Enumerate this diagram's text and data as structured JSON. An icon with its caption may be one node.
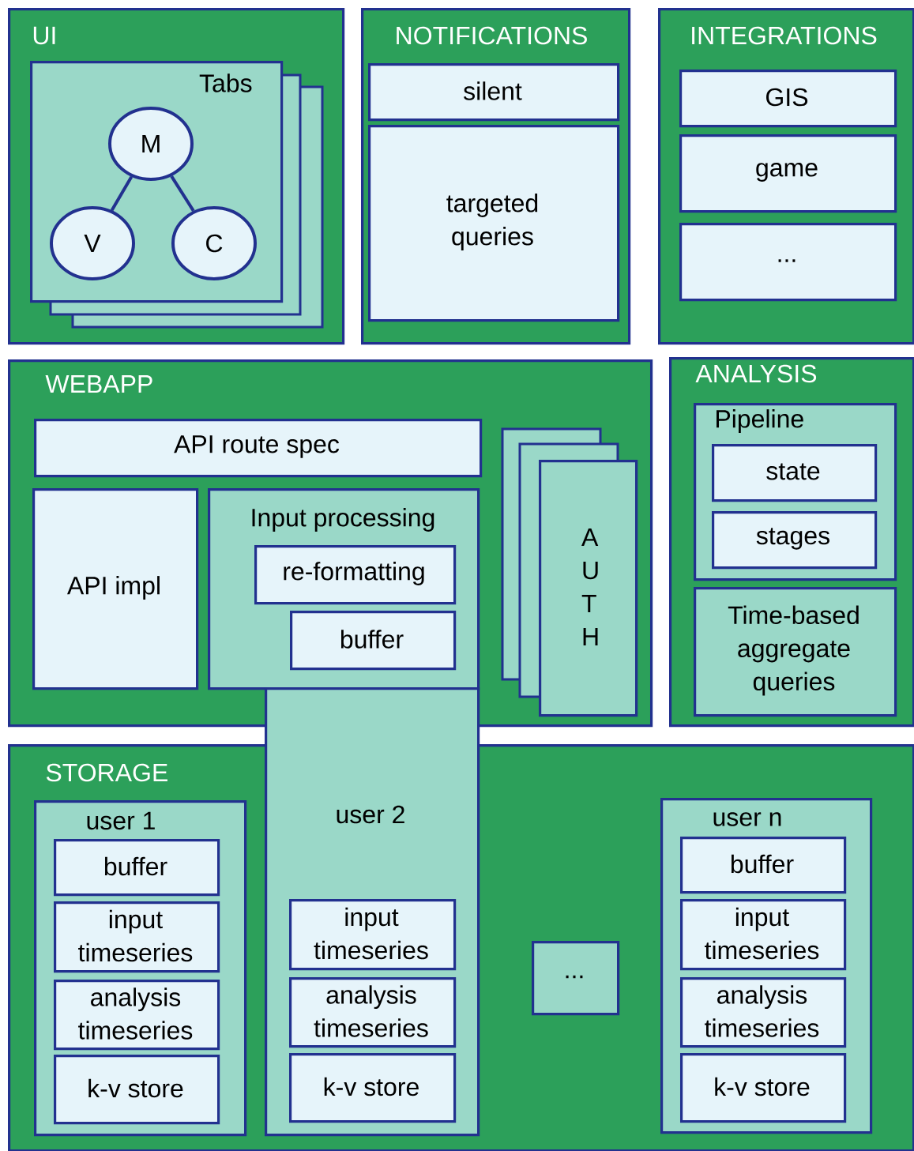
{
  "diagram": {
    "nodes": [
      {
        "text": [
          "UI"
        ]
      },
      {
        "text": [
          "Tabs"
        ],
        "in": 0
      },
      {
        "text": [
          "M"
        ],
        "in": 1
      },
      {
        "text": [
          "V"
        ],
        "in": 1
      },
      {
        "text": [
          "C"
        ],
        "in": 1
      },
      {
        "text": [
          "NOTIFICATIONS"
        ]
      },
      {
        "text": [
          "silent"
        ],
        "in": 5
      },
      {
        "text": [
          "targeted queries"
        ],
        "in": 5
      },
      {
        "text": [
          "INTEGRATIONS"
        ]
      },
      {
        "text": [
          "GIS"
        ],
        "in": 8
      },
      {
        "text": [
          "game"
        ],
        "in": 8
      },
      {
        "text": [
          "..."
        ],
        "in": 8
      },
      {
        "text": [
          "WEBAPP"
        ]
      },
      {
        "text": [
          "API route spec"
        ],
        "in": 12
      },
      {
        "text": [
          "API impl"
        ],
        "in": 12
      },
      {
        "text": [
          "Input processing"
        ],
        "in": 12
      },
      {
        "text": [
          "re-formatting"
        ],
        "in": 15
      },
      {
        "text": [
          "buffer"
        ],
        "in": 15
      },
      {
        "text": [
          "A U T H"
        ],
        "in": 12
      },
      {
        "text": [
          "ANALYSIS"
        ]
      },
      {
        "text": [
          "Pipeline"
        ],
        "in": 19
      },
      {
        "text": [
          "state"
        ],
        "in": 20
      },
      {
        "text": [
          "stages"
        ],
        "in": 20
      },
      {
        "text": [
          "Time-based aggregate queries"
        ],
        "in": 19
      },
      {
        "text": [
          "STORAGE"
        ]
      },
      {
        "text": [
          "user 1"
        ],
        "in": 24
      },
      {
        "text": [
          "buffer"
        ],
        "in": 25
      },
      {
        "text": [
          "input timeseries"
        ],
        "in": 25
      },
      {
        "text": [
          "analysis timeseries"
        ],
        "in": 25
      },
      {
        "text": [
          "k-v store"
        ],
        "in": 25
      },
      {
        "text": [
          "user 2"
        ]
      },
      {
        "text": [
          "input timeseries"
        ],
        "in": 30
      },
      {
        "text": [
          "analysis timeseries"
        ],
        "in": 30
      },
      {
        "text": [
          "k-v store"
        ],
        "in": 30
      },
      {
        "text": [
          "..."
        ],
        "in": 24
      },
      {
        "text": [
          "user n"
        ],
        "in": 24
      },
      {
        "text": [
          "buffer"
        ],
        "in": 35
      },
      {
        "text": [
          "input timeseries"
        ],
        "in": 35
      },
      {
        "text": [
          "analysis timeseries"
        ],
        "in": 35
      },
      {
        "text": [
          "k-v store"
        ],
        "in": 35
      }
    ],
    "edges": [
      {
        "from": 2,
        "to": 3,
        "arrow": "none"
      },
      {
        "from": 2,
        "to": 4,
        "arrow": "none"
      }
    ]
  }
}
